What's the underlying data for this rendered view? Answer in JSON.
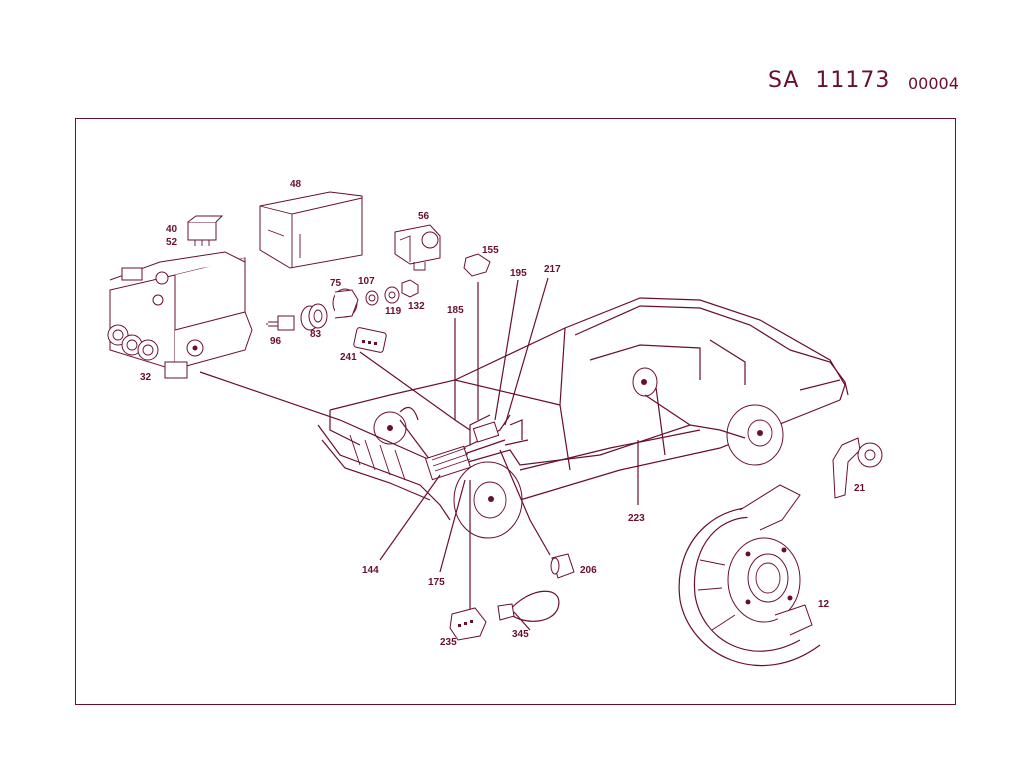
{
  "header": {
    "code_prefix": "SA",
    "code_number": "11173",
    "sheet_number": "00004"
  },
  "colors": {
    "ink": "#6a0f2b",
    "background": "#ffffff"
  },
  "labels": {
    "l48": "48",
    "l40": "40",
    "l52": "52",
    "l56": "56",
    "l155": "155",
    "l75": "75",
    "l107": "107",
    "l119": "119",
    "l132": "132",
    "l195": "195",
    "l217": "217",
    "l185": "185",
    "l96": "96",
    "l83": "83",
    "l241": "241",
    "l32": "32",
    "l21": "21",
    "l223": "223",
    "l12": "12",
    "l144": "144",
    "l175": "175",
    "l206": "206",
    "l235": "235",
    "l345": "345"
  }
}
